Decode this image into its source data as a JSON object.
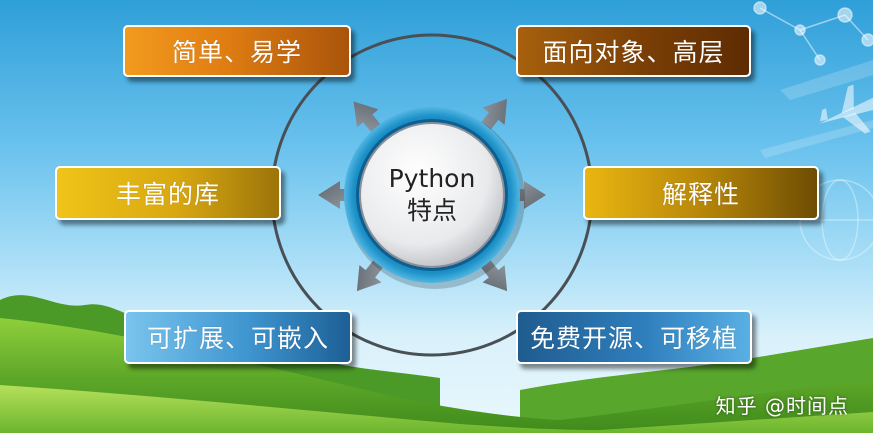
{
  "center": {
    "line1": "Python",
    "line2": "特点"
  },
  "features": {
    "top_left": "简单、易学",
    "top_right": "面向对象、高层",
    "middle_left": "丰富的库",
    "middle_right": "解释性",
    "bottom_left": "可扩展、可嵌入",
    "bottom_right": "免费开源、可移植"
  },
  "watermark": "知乎 @时间点",
  "colors": {
    "orange": "#f29a1e",
    "brown": "#7a3e06",
    "yellow": "#e9b612",
    "blue": "#2f7fbd",
    "ring": "#1f93c9",
    "grass": "#5fa929"
  }
}
